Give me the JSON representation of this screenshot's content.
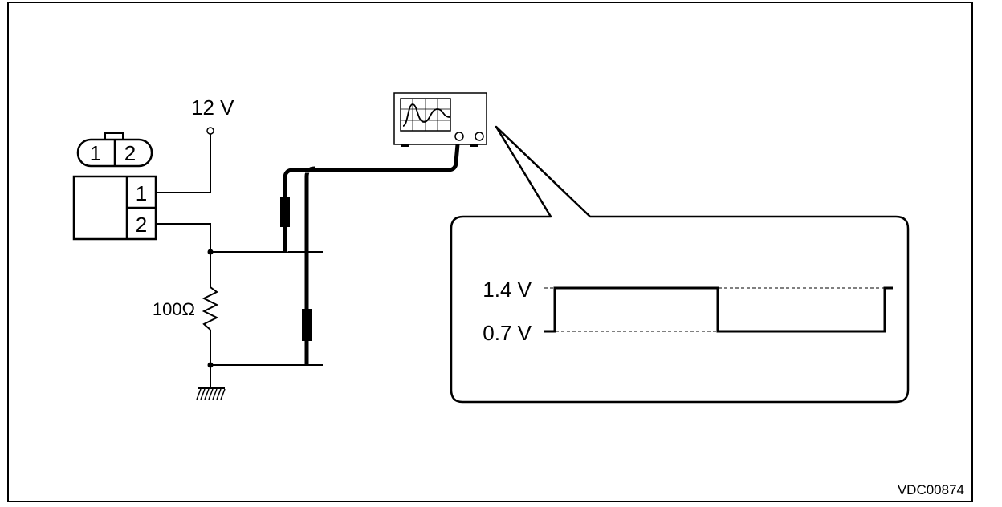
{
  "supply": {
    "label": "12 V"
  },
  "connector": {
    "plug_pins": [
      "1",
      "2"
    ],
    "body_pins": [
      "1",
      "2"
    ]
  },
  "resistor": {
    "label": "100Ω"
  },
  "waveform": {
    "high_label": "1.4 V",
    "low_label": "0.7 V",
    "high_value_v": 1.4,
    "low_value_v": 0.7
  },
  "figure_id": "VDC00874"
}
